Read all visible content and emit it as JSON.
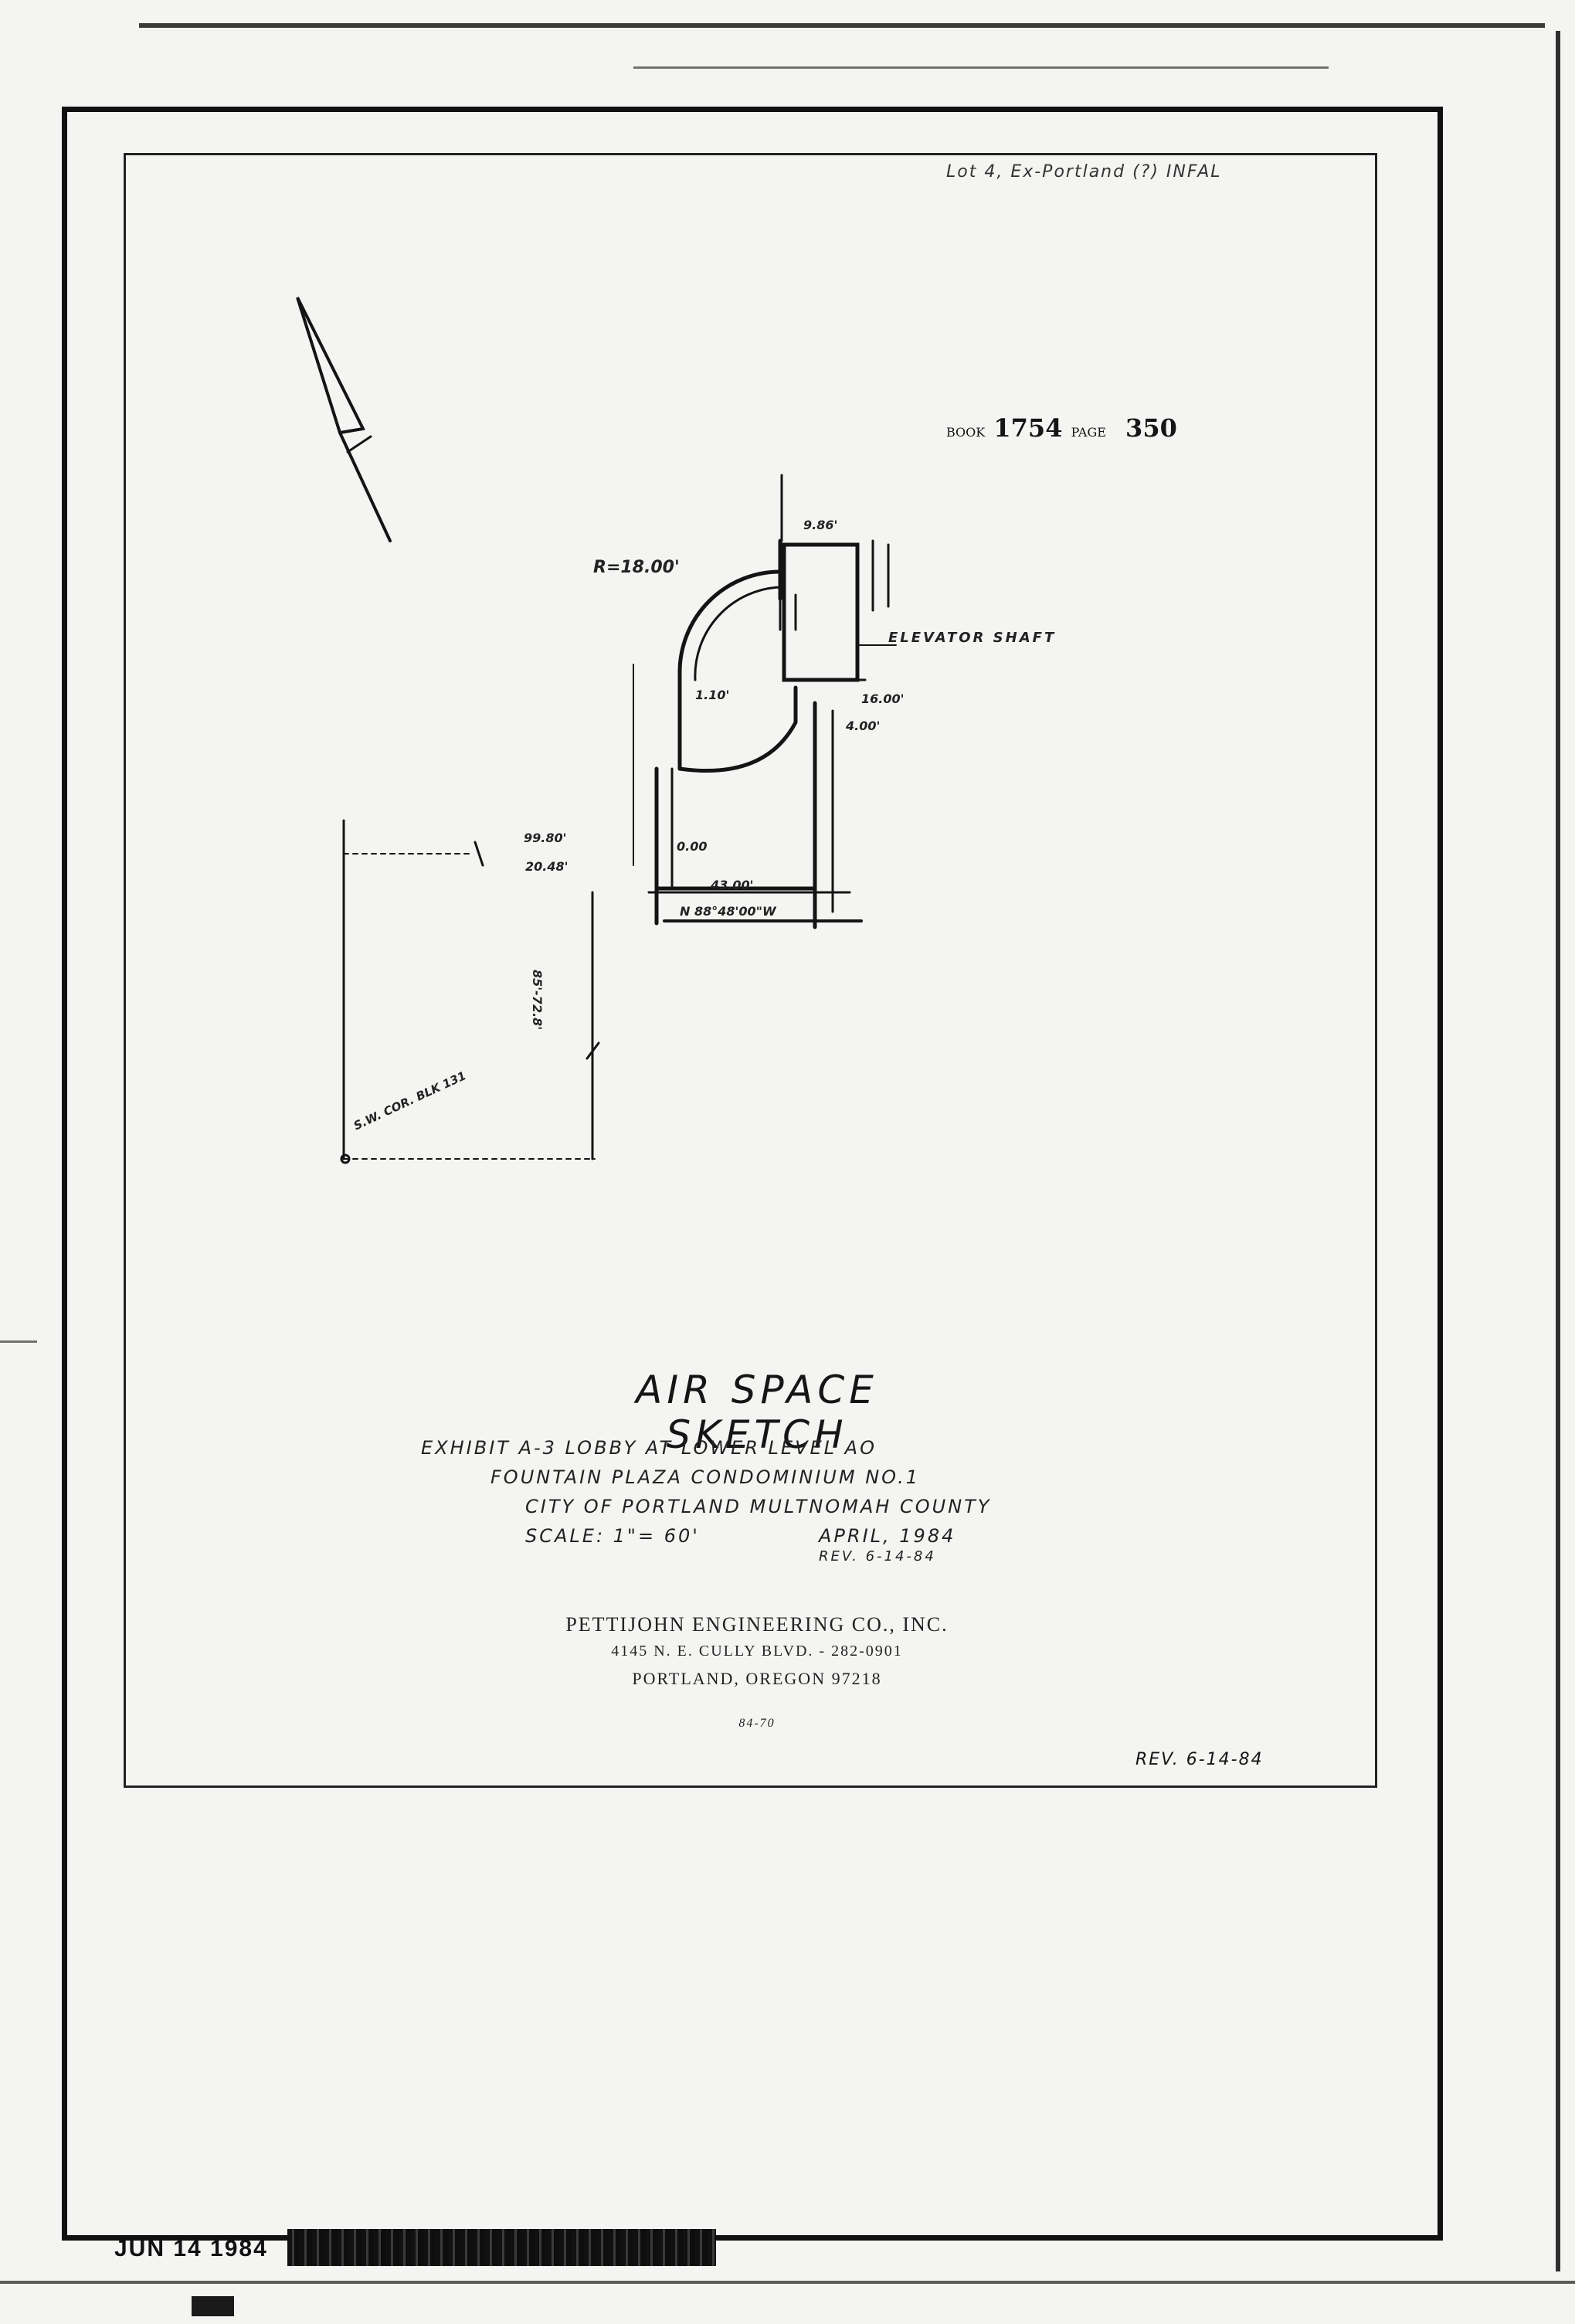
{
  "header": {
    "top_right_note": "Lot 4, Ex-Portland (?) INFAL"
  },
  "book_ref": {
    "book_label": "BOOK",
    "book_number": "1754",
    "page_label": "PAGE",
    "page_number": "350"
  },
  "sketch": {
    "labels": {
      "elevator_shaft": "ELEVATOR SHAFT",
      "corner": "S.W. COR. BLK 131",
      "r1": "R=18.00'",
      "d1": "99.80'",
      "d2": "20.48'",
      "d3": "43.00'",
      "bearing": "N 88°48'00\"W",
      "d4": "9.86'",
      "d5": "16.00'",
      "d6": "4.00'",
      "d7": "1.10'",
      "d8": "0.00",
      "dim_vertical": "85'-72.8'"
    }
  },
  "title": {
    "main": "AIR SPACE SKETCH",
    "lines": [
      "EXHIBIT A-3 LOBBY AT LOWER LEVEL AO",
      "FOUNTAIN PLAZA CONDOMINIUM NO.1",
      "CITY OF PORTLAND MULTNOMAH COUNTY",
      "SCALE: 1\"= 60'",
      "APRIL, 1984",
      "REV. 6-14-84"
    ]
  },
  "engineer": {
    "name": "PETTIJOHN ENGINEERING CO., INC.",
    "address": "4145 N. E. CULLY BLVD. - 282-0901",
    "city": "PORTLAND, OREGON 97218",
    "job": "84-70"
  },
  "revision_note": "REV. 6-14-84",
  "stamp": {
    "date": "JUN 14 1984"
  }
}
